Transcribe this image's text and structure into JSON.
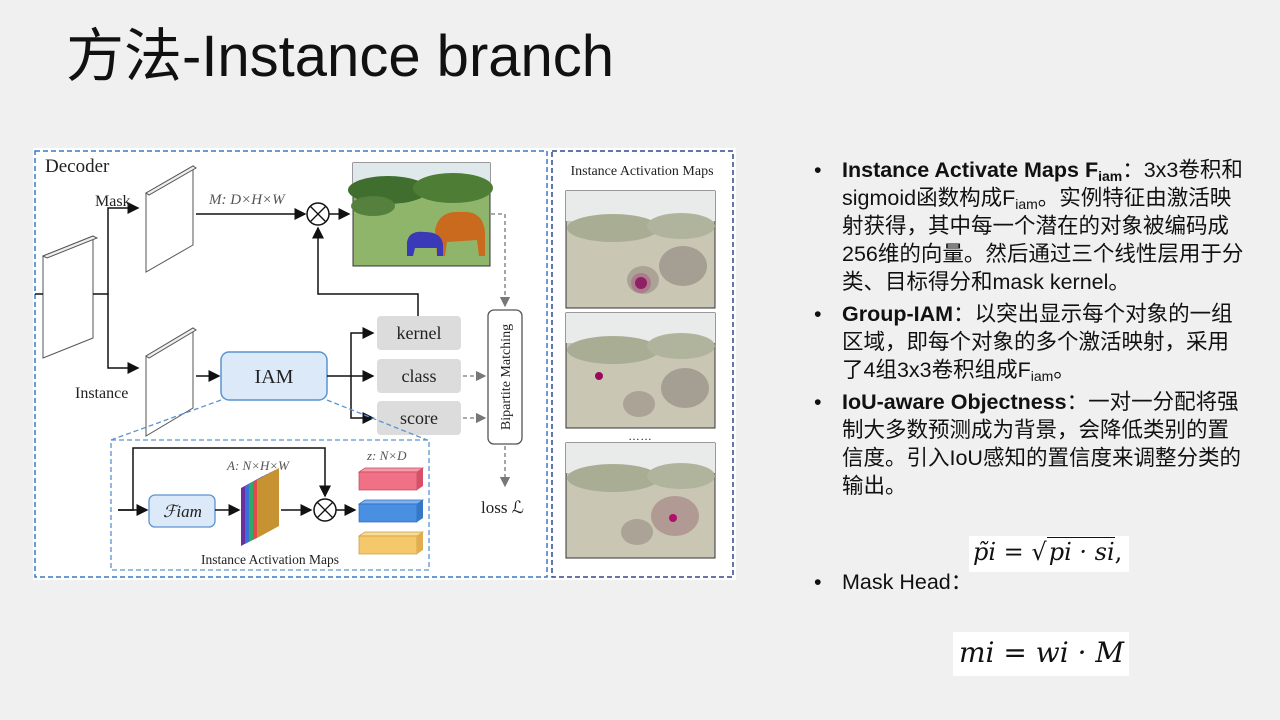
{
  "slide": {
    "title": "方法-Instance branch"
  },
  "figure": {
    "decoder_label": "Decoder",
    "mask_label": "Mask",
    "instance_label": "Instance",
    "m_shape": "M: D×H×W",
    "iam_label": "IAM",
    "kernel_label": "kernel",
    "class_label": "class",
    "score_label": "score",
    "bipartite_label": "Bipartite Matching",
    "loss_label": "loss ℒ",
    "a_shape": "A: N×H×W",
    "z_shape": "z: N×D",
    "f_iam_label": "ℱiam",
    "iam_caption": "Instance Activation Maps",
    "right_panel_title": "Instance Activation Maps",
    "ellipsis": "……",
    "colors": {
      "dashed_border": "#3a78c3",
      "iam_fill": "#dbe9f8",
      "z_red": "#f07085",
      "z_blue": "#4a90e2",
      "z_yellow": "#f6c86c"
    }
  },
  "bullets": [
    {
      "bold": "Instance Activate Maps F",
      "bold_sub": "iam",
      "text": "：3x3卷积和sigmoid函数构成F",
      "text_sub": "iam",
      "text_tail": "。实例特征由激活映射获得，其中每一个潜在的对象被编码成256维的向量。然后通过三个线性层用于分类、目标得分和mask kernel。"
    },
    {
      "bold": "Group-IAM",
      "text": "：以突出显示每个对象的一组区域，即每个对象的多个激活映射，采用了4组3x3卷积组成F",
      "text_sub": "iam",
      "text_tail": "。"
    },
    {
      "bold": "IoU-aware Objectness",
      "text": "：一对一分配将强制大多数预测成为背景，会降低类别的置信度。引入IoU感知的置信度来调整分类的输出。"
    },
    {
      "text": "Mask Head："
    }
  ],
  "formulas": {
    "objectness": {
      "lhs": "p̃i",
      "rhs_inner": "pi · si",
      "tail": ","
    },
    "mask_head": {
      "lhs": "mi",
      "rhs": "wi · M"
    }
  }
}
